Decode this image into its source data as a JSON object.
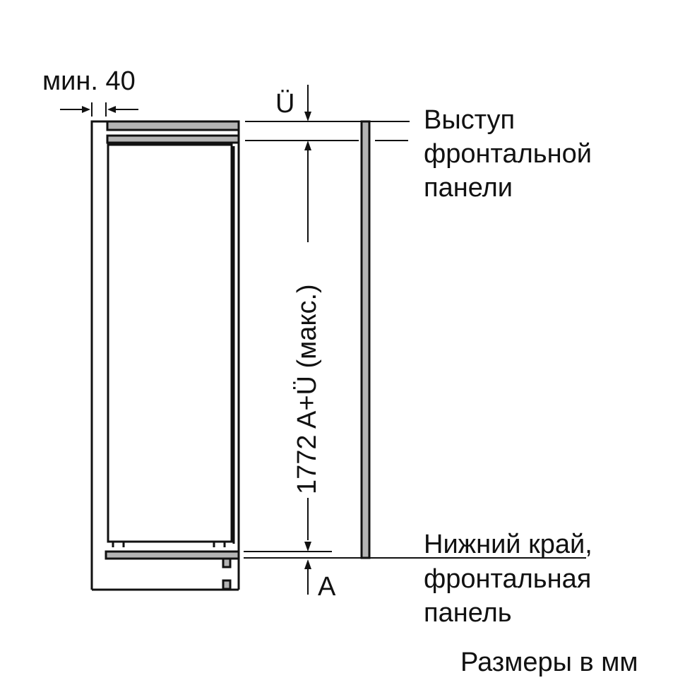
{
  "labels": {
    "min_gap": "мин. 40",
    "overhang_symbol": "Ü",
    "height_dimension": "1772 A+Ü (макс.)",
    "bottom_symbol": "A",
    "overhang_caption": [
      "Выступ",
      "фронтальной",
      "панели"
    ],
    "bottom_edge_caption": [
      "Нижний край,",
      "фронтальная",
      "панель"
    ],
    "units_note": "Размеры в мм"
  },
  "colors": {
    "line": "#111111",
    "fill_gray": "#b4b4b4",
    "background": "#ffffff"
  }
}
